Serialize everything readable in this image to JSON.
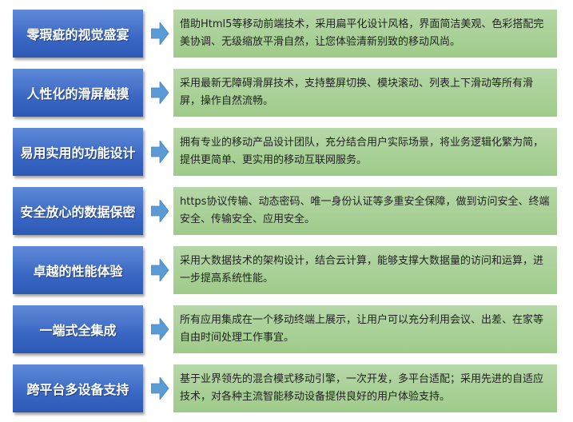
{
  "items": [
    {
      "title": "零瑕疵的视觉盛宴",
      "desc": "借助Html5等移动前端技术，采用扁平化设计风格，界面简洁美观、色彩搭配完美协调、无级缩放平滑自然，让您体验清新别致的移动风尚。"
    },
    {
      "title": "人性化的滑屏触摸",
      "desc": "采用最新无障碍滑屏技术，支持整屏切换、模块滚动、列表上下滑动等所有滑屏，操作自然流畅。"
    },
    {
      "title": "易用实用的功能设计",
      "desc": "拥有专业的移动产品设计团队，充分结合用户实际场景，将业务逻辑化繁为简，提供更简单、更实用的移动互联网服务。"
    },
    {
      "title": "安全放心的数据保密",
      "desc": "https协议传输、动态密码、唯一身份认证等多重安全保障，做到访问安全、终端安全、传输安全、应用安全。"
    },
    {
      "title": "卓越的性能体验",
      "desc": "采用大数据技术的架构设计，结合云计算，能够支撑大数据量的访问和运算，进一步提高系统性能。"
    },
    {
      "title": "一端式全集成",
      "desc": "所有应用集成在一个移动终端上展示，让用户可以充分利用会议、出差、在家等自由时间处理工作事宜。"
    },
    {
      "title": "跨平台多设备支持",
      "desc": "基于业界领先的混合模式移动引擎，一次开发，多平台适配；采用先进的自适应技术，对各种主流智能移动设备提供良好的用户体验支持。"
    }
  ],
  "colors": {
    "title_bg": "#3a67c4",
    "desc_bg": "#a8cf95",
    "arrow": "#5b9bd5"
  }
}
